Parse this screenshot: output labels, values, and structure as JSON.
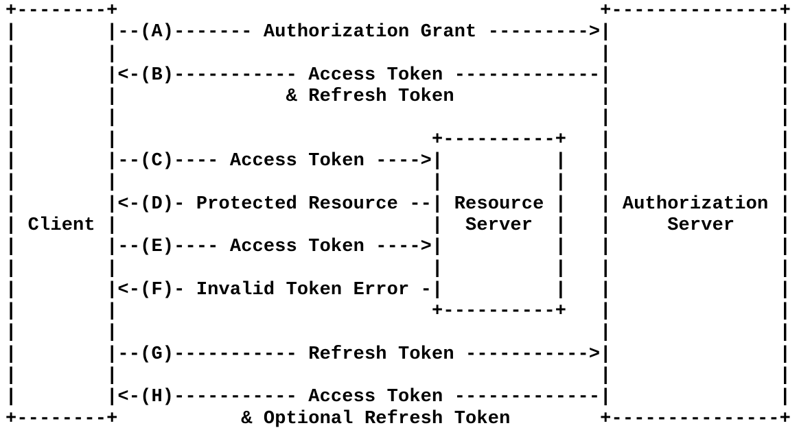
{
  "diagram": {
    "lines": [
      "+--------+                                           +---------------+",
      "|        |--(A)------- Authorization Grant --------->|               |",
      "|        |                                           |               |",
      "|        |<-(B)----------- Access Token -------------|               |",
      "|        |               & Refresh Token             |               |",
      "|        |                                           |               |",
      "|        |                            +----------+   |               |",
      "|        |--(C)---- Access Token ---->|          |   |               |",
      "|        |                            |          |   |               |",
      "|        |<-(D)- Protected Resource --| Resource |   | Authorization |",
      "| Client |                            |  Server  |   |     Server    |",
      "|        |--(E)---- Access Token ---->|          |   |               |",
      "|        |                            |          |   |               |",
      "|        |<-(F)- Invalid Token Error -|          |   |               |",
      "|        |                            +----------+   |               |",
      "|        |                                           |               |",
      "|        |--(G)----------- Refresh Token ----------->|               |",
      "|        |                                           |               |",
      "|        |<-(H)----------- Access Token -------------|               |",
      "+--------+           & Optional Refresh Token        +---------------+"
    ],
    "entities": [
      {
        "name": "Client"
      },
      {
        "name": "Resource Server"
      },
      {
        "name": "Authorization Server"
      }
    ],
    "steps": [
      {
        "id": "A",
        "from": "Client",
        "to": "Authorization Server",
        "label": "Authorization Grant"
      },
      {
        "id": "B",
        "from": "Authorization Server",
        "to": "Client",
        "label": "Access Token & Refresh Token"
      },
      {
        "id": "C",
        "from": "Client",
        "to": "Resource Server",
        "label": "Access Token"
      },
      {
        "id": "D",
        "from": "Resource Server",
        "to": "Client",
        "label": "Protected Resource"
      },
      {
        "id": "E",
        "from": "Client",
        "to": "Resource Server",
        "label": "Access Token"
      },
      {
        "id": "F",
        "from": "Resource Server",
        "to": "Client",
        "label": "Invalid Token Error"
      },
      {
        "id": "G",
        "from": "Client",
        "to": "Authorization Server",
        "label": "Refresh Token"
      },
      {
        "id": "H",
        "from": "Authorization Server",
        "to": "Client",
        "label": "Access Token & Optional Refresh Token"
      }
    ],
    "colors": {
      "background": "#ffffff",
      "ink": "#000000"
    }
  }
}
